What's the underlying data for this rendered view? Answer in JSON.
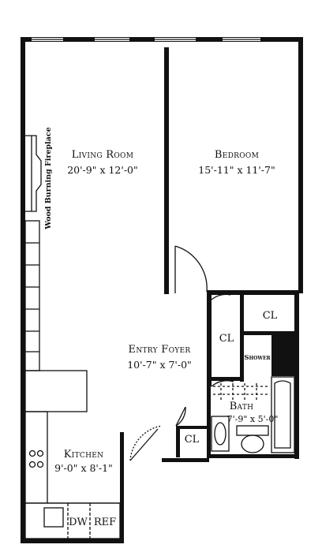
{
  "rooms": {
    "living": {
      "name": "Living Room",
      "dims": "20'-9\" x 12'-0\""
    },
    "bedroom": {
      "name": "Bedroom",
      "dims": "15'-11\" x 11'-7\""
    },
    "foyer": {
      "name": "Entry Foyer",
      "dims": "10'-7\" x 7'-0\""
    },
    "kitchen": {
      "name": "Kitchen",
      "dims": "9'-0\" x 8'-1\""
    },
    "bath": {
      "name": "Bath",
      "dims": "7'-9\" x 5'-0\""
    }
  },
  "labels": {
    "closet_bedroom": "CL",
    "closet_foyer": "CL",
    "closet_entry": "CL",
    "shower": "Shower",
    "fireplace": "Wood Burning Fireplace",
    "dishwasher": "DW",
    "refrigerator": "REF"
  }
}
